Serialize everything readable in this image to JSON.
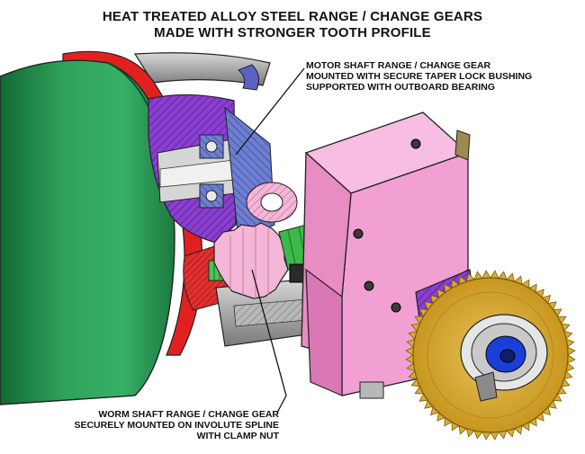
{
  "title": {
    "line1": "HEAT TREATED ALLOY STEEL RANGE / CHANGE GEARS",
    "line2": "MADE WITH STRONGER TOOTH PROFILE"
  },
  "callouts": {
    "motor": {
      "line1": "MOTOR SHAFT RANGE / CHANGE GEAR",
      "line2": "MOUNTED WITH SECURE TAPER LOCK BUSHING",
      "line3": "SUPPORTED WITH OUTBOARD BEARING"
    },
    "worm": {
      "line1": "WORM SHAFT RANGE / CHANGE GEAR",
      "line2": "SECURELY MOUNTED ON INVOLUTE SPLINE",
      "line3": "WITH CLAMP NUT"
    }
  },
  "colors": {
    "motor_housing": "#2fa05a",
    "housing_band": "#e32020",
    "gearbox_block": "#f2a0d4",
    "saw_blade": "#d9ae2e",
    "cutaway_hatch": "#8a3fd0",
    "hub_blue": "#1a3fd8",
    "gear_pink": "#f4b6d6",
    "shaft_green": "#3db84a"
  }
}
